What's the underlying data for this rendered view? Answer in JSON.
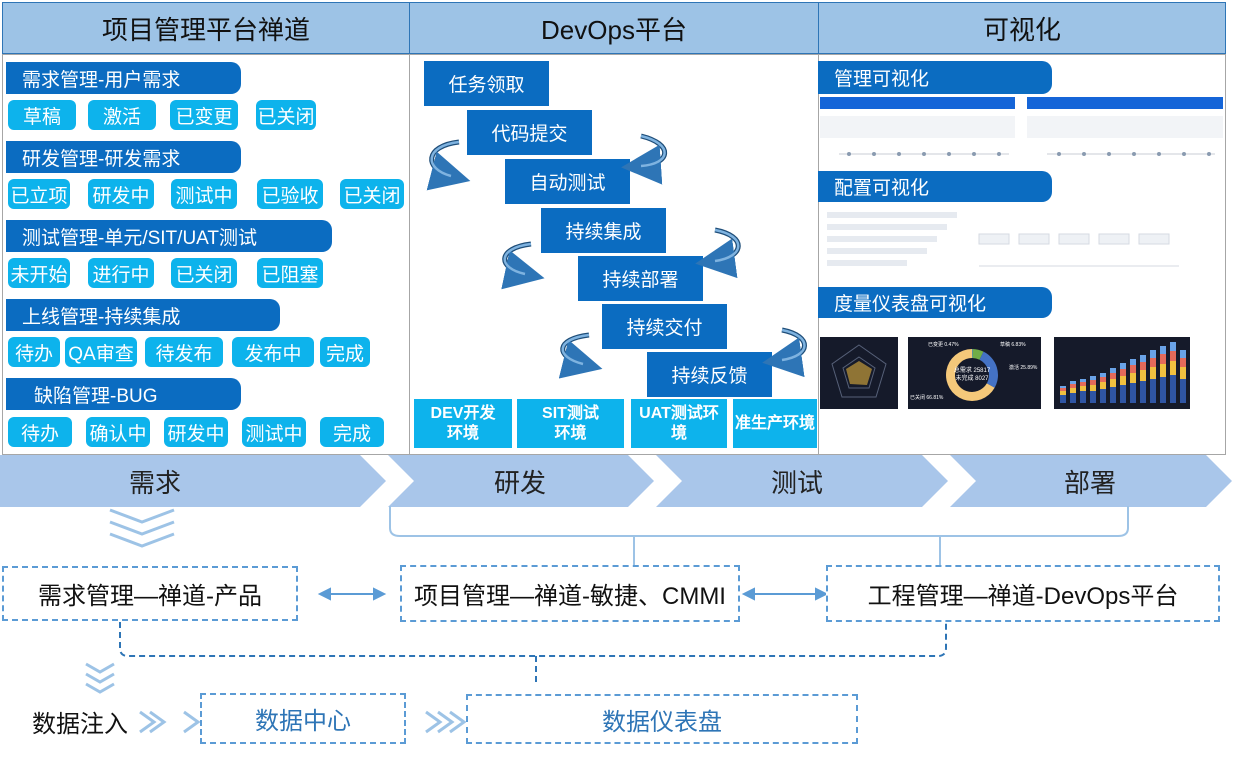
{
  "headers": {
    "col1": "项目管理平台禅道",
    "col2": "DevOps平台",
    "col3": "可视化"
  },
  "col1": {
    "sections": [
      {
        "title": "需求管理-用户需求",
        "chips": [
          "草稿",
          "激活",
          "已变更",
          "已关闭"
        ]
      },
      {
        "title": "研发管理-研发需求",
        "chips": [
          "已立项",
          "研发中",
          "测试中",
          "已验收",
          "已关闭"
        ]
      },
      {
        "title": "测试管理-单元/SIT/UAT测试",
        "chips": [
          "未开始",
          "进行中",
          "已关闭",
          "已阻塞"
        ]
      },
      {
        "title": "上线管理-持续集成",
        "chips": [
          "待办",
          "QA审查",
          "待发布",
          "发布中",
          "完成"
        ]
      },
      {
        "title": "缺陷管理-BUG",
        "chips": [
          "待办",
          "确认中",
          "研发中",
          "测试中",
          "完成"
        ]
      }
    ]
  },
  "col2": {
    "steps": [
      "任务领取",
      "代码提交",
      "自动测试",
      "持续集成",
      "持续部署",
      "持续交付",
      "持续反馈"
    ],
    "envs": [
      "DEV开发环境",
      "SIT测试环境",
      "UAT测试环境",
      "准生产环境"
    ]
  },
  "col3": {
    "sections": [
      "管理可视化",
      "配置可视化",
      "度量仪表盘可视化"
    ],
    "donut": {
      "center_line1": "总需求 25817",
      "center_line2": "未完成 8027",
      "labels": [
        "已变更 0.47%",
        "草稿 6.83%",
        "激活 25.89%",
        "已关闭 66.81%"
      ],
      "values": [
        0.47,
        6.83,
        25.89,
        66.81
      ]
    }
  },
  "stages": [
    "需求",
    "研发",
    "测试",
    "部署"
  ],
  "bottom": {
    "box1": "需求管理—禅道-产品",
    "box2": "项目管理—禅道-敏捷、CMMI",
    "box3": "工程管理—禅道-DevOps平台",
    "inject": "数据注入",
    "center": "数据中心",
    "dashboard": "数据仪表盘"
  },
  "colors": {
    "dark_blue": "#0b6cc1",
    "light_blue": "#0db3ec",
    "header": "#9dc3e6",
    "stage": "#a9c6ea"
  }
}
